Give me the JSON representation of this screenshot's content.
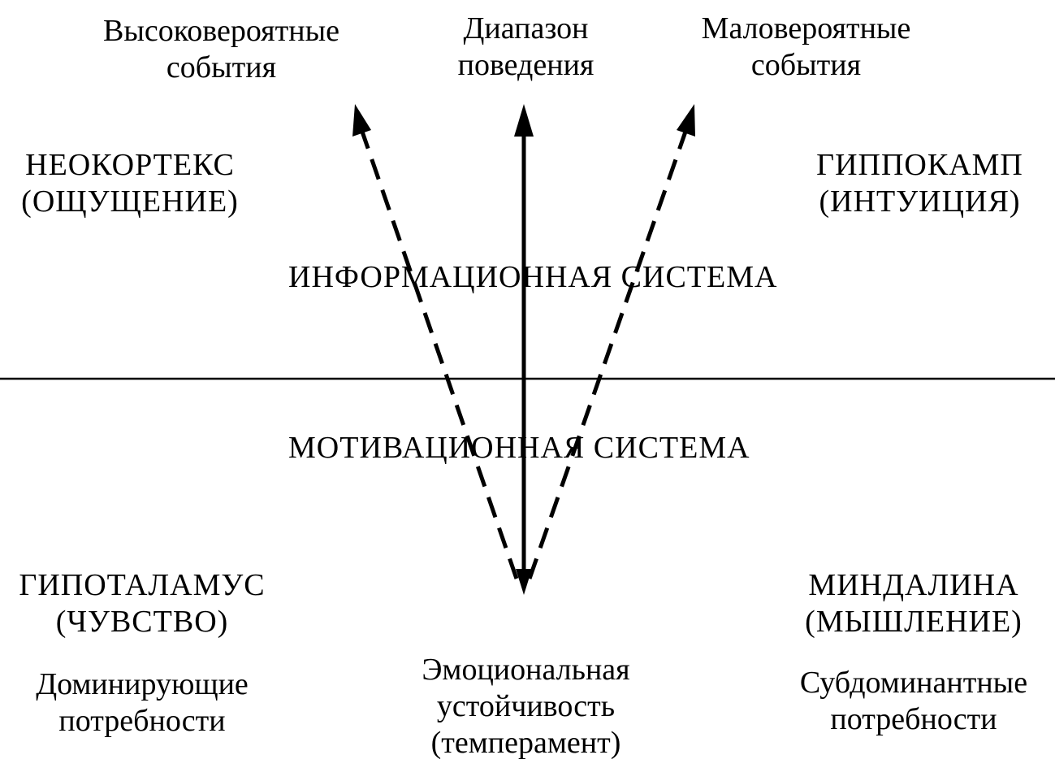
{
  "top": {
    "high_prob": [
      "Высоковероятные",
      "события"
    ],
    "range": [
      "Диапазон",
      "поведения"
    ],
    "low_prob": [
      "Маловероятные",
      "события"
    ]
  },
  "upper_left": [
    "НЕОКОРТЕКС",
    "(ОЩУЩЕНИЕ)"
  ],
  "upper_right": [
    "ГИППОКАМП",
    "(ИНТУИЦИЯ)"
  ],
  "info_system": "ИНФОРМАЦИОННАЯ СИСТЕМА",
  "motiv_system": "МОТИВАЦИОННАЯ СИСТЕМА",
  "lower_left": [
    "ГИПОТАЛАМУС",
    "(ЧУВСТВО)"
  ],
  "lower_right": [
    "МИНДАЛИНА",
    "(МЫШЛЕНИЕ)"
  ],
  "bottom_left": [
    "Доминирующие",
    "потребности"
  ],
  "bottom_center": [
    "Эмоциональная",
    "устойчивость",
    "(темперамент)"
  ],
  "bottom_right": [
    "Субдоминантные",
    "потребности"
  ],
  "colors": {
    "ink": "#000000",
    "background": "#ffffff"
  }
}
